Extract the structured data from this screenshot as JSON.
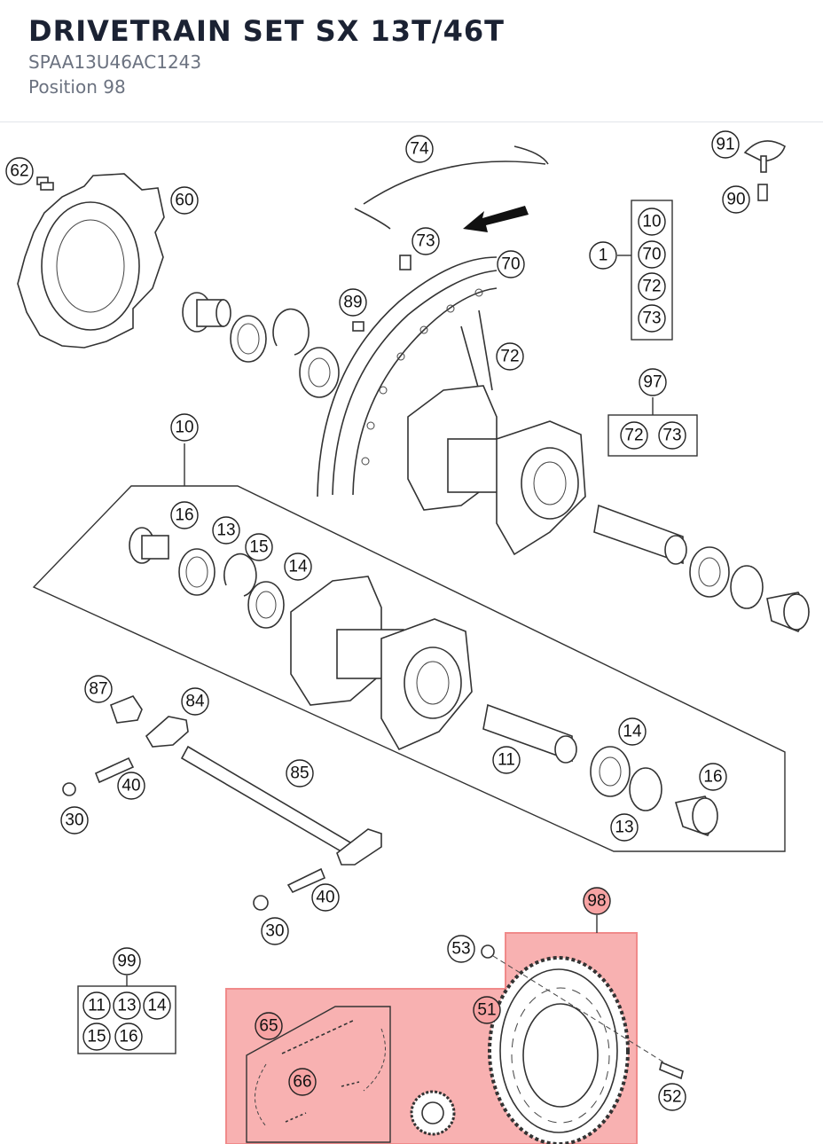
{
  "header": {
    "title": "DRIVETRAIN SET SX 13T/46T",
    "part_code": "SPAA13U46AC1243",
    "position": "Position 98"
  },
  "highlight_color": "#f7a3a3",
  "callouts": {
    "c62": "62",
    "c60": "60",
    "c74": "74",
    "c73a": "73",
    "c70": "70",
    "c89": "89",
    "c72a": "72",
    "c91": "91",
    "c90": "90",
    "g1_10": "10",
    "g1_70": "70",
    "g1_72": "72",
    "g1_73": "73",
    "c1": "1",
    "c97": "97",
    "g97_72": "72",
    "g97_73": "73",
    "c10": "10",
    "c16a": "16",
    "c13a": "13",
    "c15": "15",
    "c14a": "14",
    "c87": "87",
    "c84": "84",
    "c40a": "40",
    "c30a": "30",
    "c85": "85",
    "c11": "11",
    "c14b": "14",
    "c16b": "16",
    "c13b": "13",
    "c40b": "40",
    "c30b": "30",
    "c99": "99",
    "g99_11": "11",
    "g99_13": "13",
    "g99_14": "14",
    "g99_15": "15",
    "g99_16": "16",
    "c98": "98",
    "c53": "53",
    "c51": "51",
    "c52": "52",
    "c65": "65",
    "c66": "66"
  }
}
